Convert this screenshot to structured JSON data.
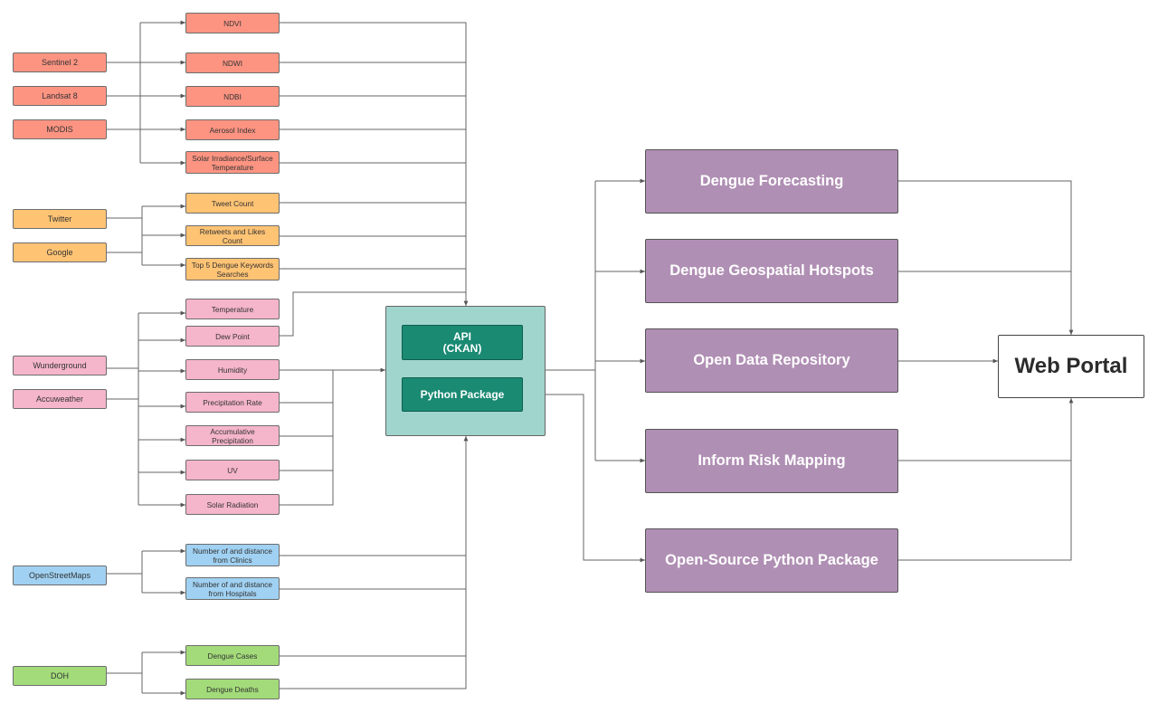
{
  "sources": {
    "sentinel2": "Sentinel 2",
    "landsat8": "Landsat 8",
    "modis": "MODIS",
    "twitter": "Twitter",
    "google": "Google",
    "wunderground": "Wunderground",
    "accuweather": "Accuweather",
    "openstreetmaps": "OpenStreetMaps",
    "doh": "DOH"
  },
  "features": {
    "ndvi": "NDVI",
    "ndwi": "NDWI",
    "ndbi": "NDBI",
    "aerosol": "Aerosol Index",
    "solar_irradiance": "Solar Irradiance/Surface\nTemperature",
    "tweet_count": "Tweet Count",
    "retweets": "Retweets and Likes Count",
    "top5": "Top 5 Dengue Keywords\nSearches",
    "temperature": "Temperature",
    "dew_point": "Dew Point",
    "humidity": "Humidity",
    "precip_rate": "Precipitation Rate",
    "accum_precip": "Accumulative Precipitation",
    "uv": "UV",
    "solar_radiation": "Solar Radiation",
    "clinics": "Number of and distance\nfrom Clinics",
    "hospitals": "Number of and distance\nfrom Hospitals",
    "dengue_cases": "Dengue Cases",
    "dengue_deaths": "Dengue Deaths"
  },
  "hub": {
    "api": "API\n(CKAN)",
    "python_package": "Python Package"
  },
  "outputs": {
    "forecasting": "Dengue Forecasting",
    "hotspots": "Dengue Geospatial Hotspots",
    "open_data": "Open Data Repository",
    "risk_mapping": "Inform Risk Mapping",
    "python_pkg": "Open-Source Python Package"
  },
  "portal": "Web Portal",
  "colors": {
    "satellite": "#fd9482",
    "social": "#ffc374",
    "weather": "#f5b5cb",
    "maps": "#a0d1f2",
    "health": "#a3db7a",
    "outputs": "#b08fb4",
    "hub": "#9fd5cd",
    "hub_buttons": "#1a8a73"
  }
}
